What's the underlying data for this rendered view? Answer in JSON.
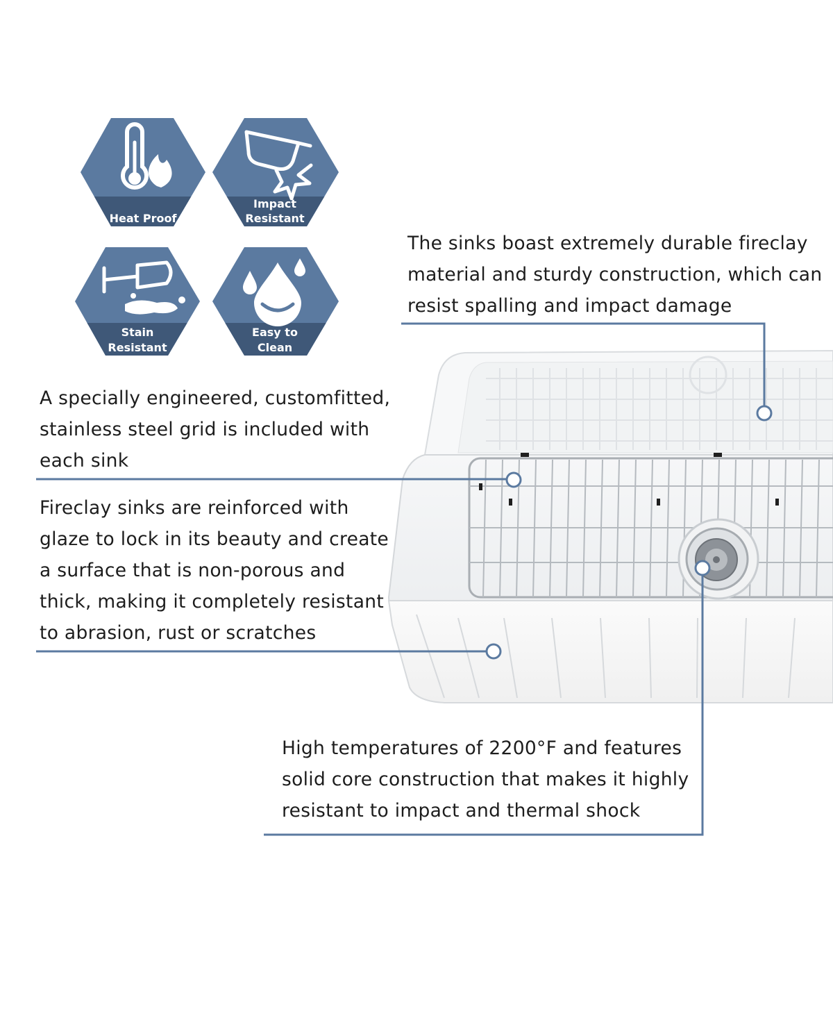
{
  "colors": {
    "badge_fill": "#5b7aa0",
    "badge_band": "#3f5878",
    "leader_line": "#5b7aa0",
    "text": "#1d1d1d"
  },
  "badges": [
    {
      "icon": "thermometer-flame-icon",
      "label_lines": [
        "Heat Proof"
      ]
    },
    {
      "icon": "pan-impact-icon",
      "label_lines": [
        "Impact",
        "Resistant"
      ]
    },
    {
      "icon": "wine-glass-spill-icon",
      "label_lines": [
        "Stain",
        "Resistant"
      ]
    },
    {
      "icon": "water-drops-icon",
      "label_lines": [
        "Easy to",
        "Clean"
      ]
    }
  ],
  "callouts": {
    "material": {
      "lines": [
        "The sinks boast extremely durable fireclay",
        "material and sturdy construction, which can",
        "resist spalling and impact damage"
      ]
    },
    "grid": {
      "lines": [
        "A specially engineered, customfitted,",
        "stainless steel grid is included with",
        "each sink"
      ]
    },
    "glaze": {
      "lines": [
        "Fireclay sinks are reinforced with",
        "glaze to lock in its beauty and create",
        "a surface that is non-porous and",
        "thick, making it completely resistant",
        "to abrasion, rust or scratches"
      ]
    },
    "heat": {
      "lines": [
        "High temperatures of 2200°F and features",
        "solid core construction that makes it highly",
        "resistant to impact and thermal shock"
      ]
    }
  }
}
